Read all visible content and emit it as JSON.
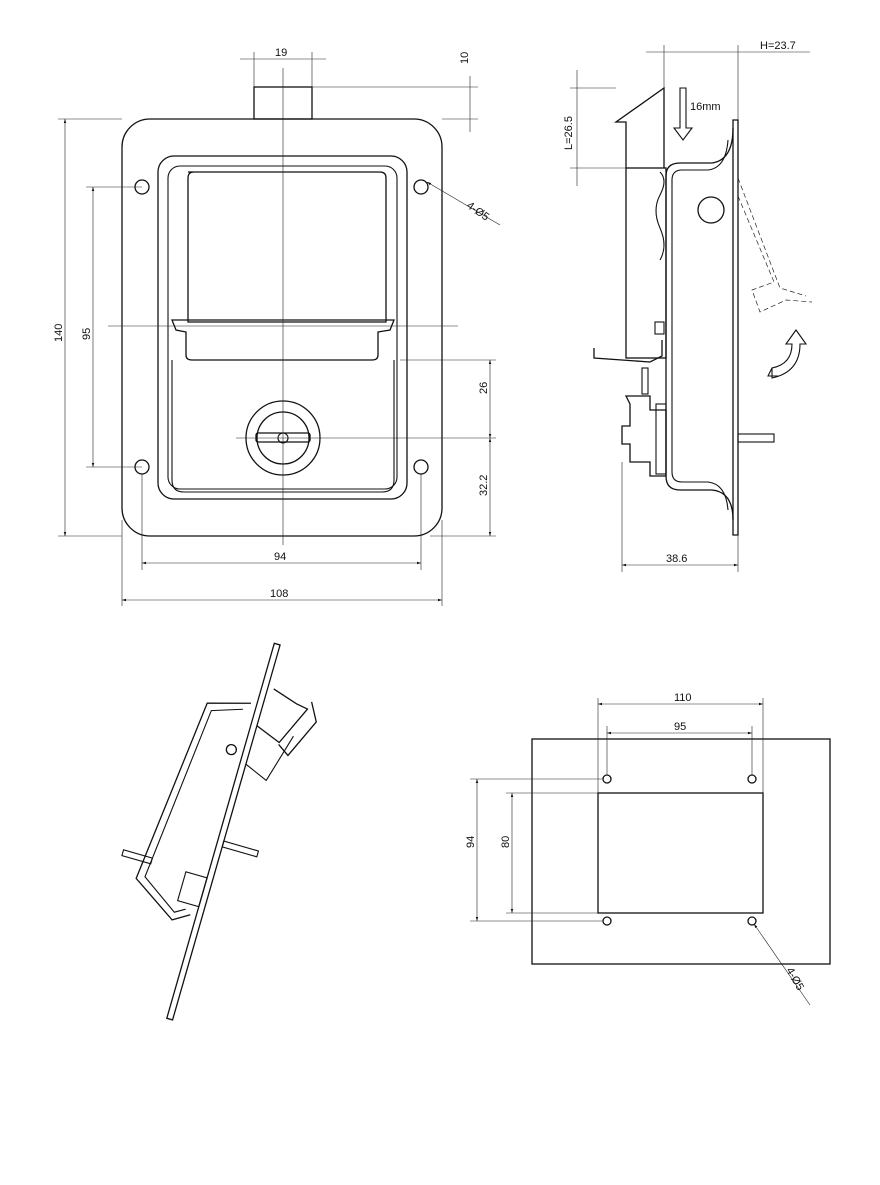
{
  "front_view": {
    "dim_tab_width": "19",
    "dim_tab_height": "10",
    "dim_overall_height": "140",
    "dim_hole_vertical": "95",
    "dim_hole_horizontal": "94",
    "dim_overall_width": "108",
    "dim_lock_from_center": "26",
    "dim_lock_from_bottom": "32.2",
    "hole_callout": "4-Ø5"
  },
  "side_view": {
    "dim_H": "H=23.7",
    "dim_L": "L=26.5",
    "dim_travel": "16mm",
    "dim_depth": "38.6"
  },
  "cutout_view": {
    "dim_hole_outer": "110",
    "dim_hole_inner": "95",
    "dim_vertical_outer": "94",
    "dim_vertical_inner": "80",
    "hole_callout": "4-Ø5"
  }
}
